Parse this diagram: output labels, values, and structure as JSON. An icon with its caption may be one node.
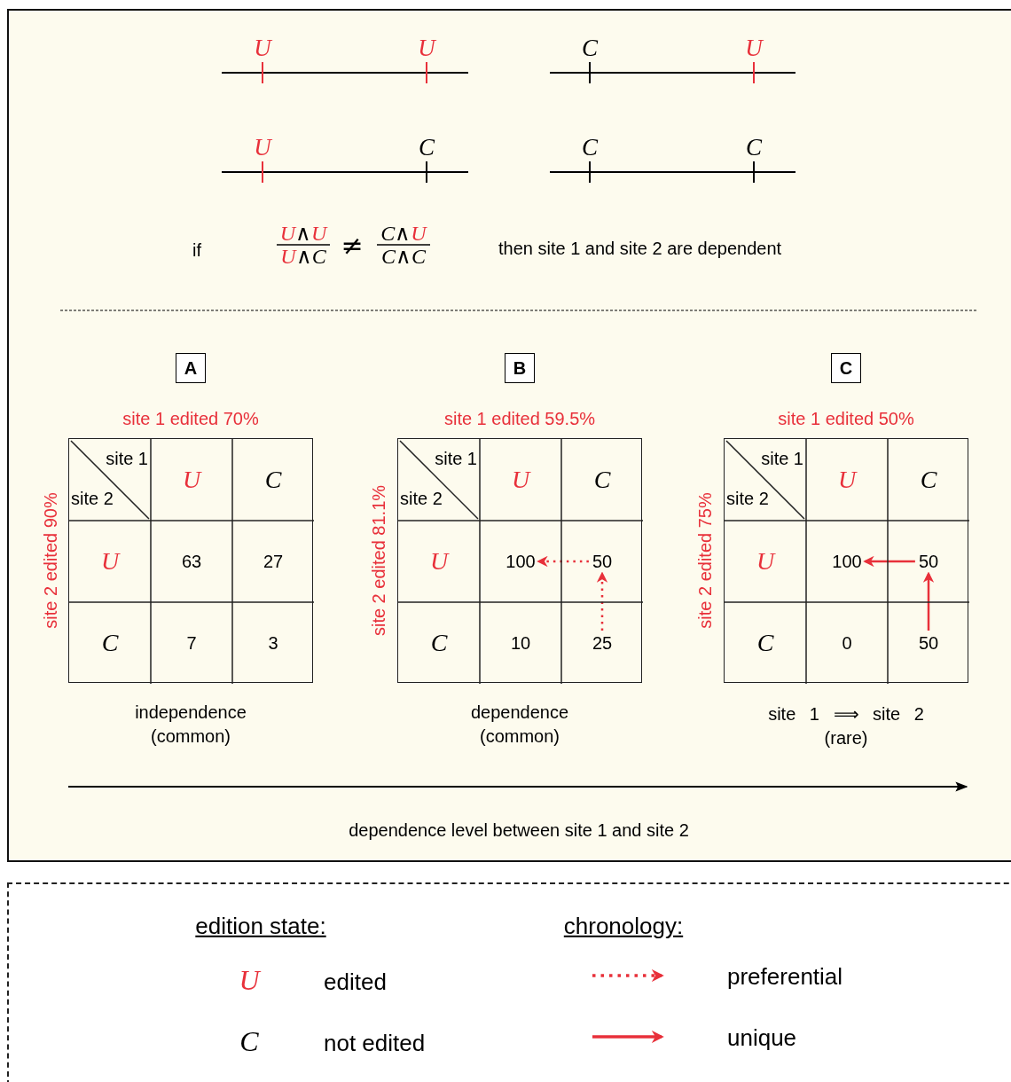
{
  "diagram": {
    "nodes": [
      {
        "text": [
          "A"
        ]
      },
      {
        "text": [],
        "shape": "box"
      },
      {
        "text": [
          "site 1",
          "site 2"
        ],
        "in": 1
      },
      {
        "text": [
          "U"
        ],
        "in": 1
      },
      {
        "text": [
          "C"
        ],
        "in": 1
      },
      {
        "text": [
          "U"
        ],
        "in": 1
      },
      {
        "text": [
          "63"
        ],
        "in": 1
      },
      {
        "text": [
          "27"
        ],
        "in": 1
      },
      {
        "text": [
          "C"
        ],
        "in": 1
      },
      {
        "text": [
          "7"
        ],
        "in": 1
      },
      {
        "text": [
          "3"
        ],
        "in": 1
      },
      {
        "text": [
          "B"
        ]
      },
      {
        "text": [],
        "shape": "box"
      },
      {
        "text": [
          "site 1",
          "site 2"
        ],
        "in": 12
      },
      {
        "text": [
          "U"
        ],
        "in": 12
      },
      {
        "text": [
          "C"
        ],
        "in": 12
      },
      {
        "text": [
          "U"
        ],
        "in": 12
      },
      {
        "text": [
          "100"
        ],
        "in": 12
      },
      {
        "text": [
          "50"
        ],
        "in": 12
      },
      {
        "text": [
          "C"
        ],
        "in": 12
      },
      {
        "text": [
          "10"
        ],
        "in": 12
      },
      {
        "text": [
          "25"
        ],
        "in": 12
      },
      {
        "text": [
          "C"
        ]
      },
      {
        "text": [],
        "shape": "box"
      },
      {
        "text": [
          "site 1",
          "site 2"
        ],
        "in": 23
      },
      {
        "text": [
          "U"
        ],
        "in": 23
      },
      {
        "text": [
          "C"
        ],
        "in": 23
      },
      {
        "text": [
          "U"
        ],
        "in": 23
      },
      {
        "text": [
          "100"
        ],
        "in": 23
      },
      {
        "text": [
          "50"
        ],
        "in": 23
      },
      {
        "text": [
          "C"
        ],
        "in": 23
      },
      {
        "text": [
          "0"
        ],
        "in": 23
      },
      {
        "text": [
          "50"
        ],
        "in": 23
      }
    ],
    "edges": [
      {
        "from": 18,
        "to": 17,
        "arrow": "to",
        "style": "dashed",
        "color": "#e8303a"
      },
      {
        "from": 21,
        "to": 18,
        "arrow": "to",
        "style": "dashed",
        "color": "#e8303a"
      },
      {
        "from": 29,
        "to": 28,
        "arrow": "to",
        "color": "#e8303a"
      },
      {
        "from": 32,
        "to": 29,
        "arrow": "to",
        "color": "#e8303a"
      }
    ],
    "labels": [
      "U",
      "U",
      "C",
      "U",
      "U",
      "C",
      "C",
      "C",
      "if",
      "U∧U",
      "U∧C",
      "≠",
      "C∧U",
      "C∧C",
      "then site 1 and site 2 are dependent",
      "site 1 edited 70%",
      "site 2 edited 90%",
      "independence (common)",
      "site 1 edited 59.5%",
      "site 2 edited 81.1%",
      "dependence (common)",
      "site 1 edited 50%",
      "site 2 edited 75%",
      "site 1 ⟹ site 2",
      "(rare)",
      "dependence level between site 1 and site 2",
      "edition state:",
      "U",
      "C",
      "chronology:"
    ],
    "legend": [
      {
        "text": "edited"
      },
      {
        "text": "not edited"
      },
      {
        "text": "preferential"
      },
      {
        "text": "unique"
      }
    ]
  }
}
